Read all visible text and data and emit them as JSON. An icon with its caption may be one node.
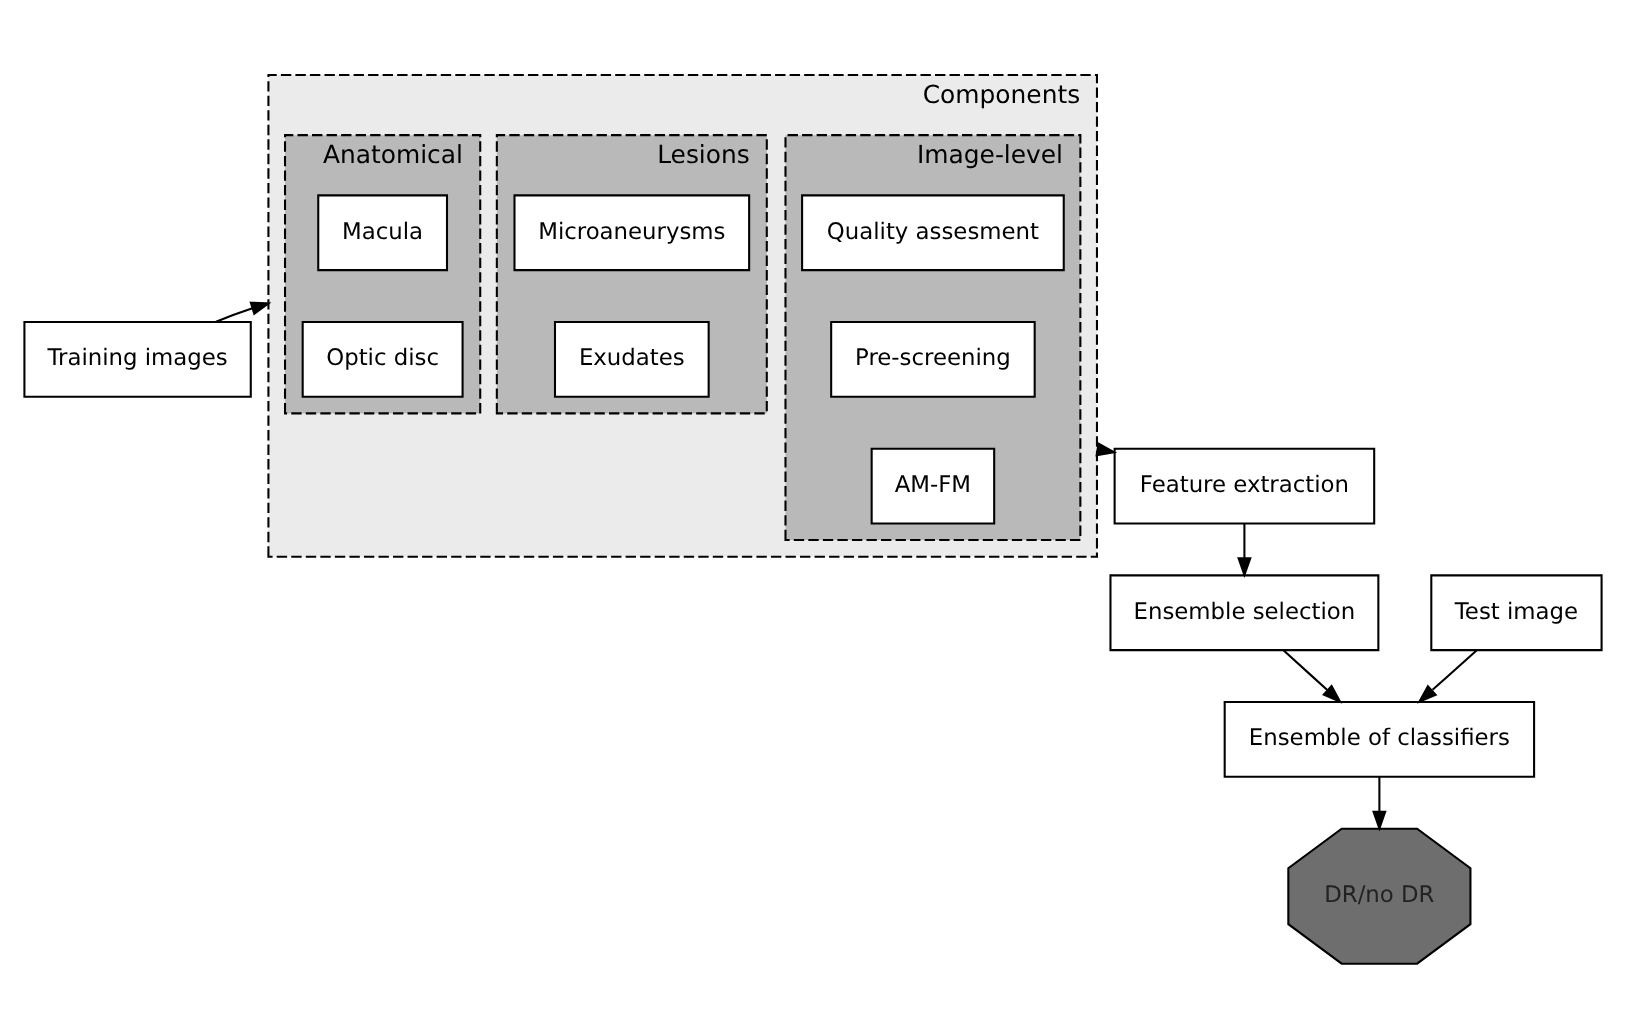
{
  "diagram": {
    "nodes": [
      {
        "text": [
          "Training images"
        ]
      },
      {
        "text": [
          "Components"
        ]
      },
      {
        "text": [
          "Image-level"
        ],
        "in": 1
      },
      {
        "text": [
          "Quality assesment"
        ],
        "in": 2
      },
      {
        "text": [
          "Pre-screening"
        ],
        "in": 2
      },
      {
        "text": [
          "AM-FM"
        ],
        "in": 2
      },
      {
        "text": [
          "Lesions"
        ],
        "in": 1
      },
      {
        "text": [
          "Microaneurysms"
        ],
        "in": 6
      },
      {
        "text": [
          "Exudates"
        ],
        "in": 6
      },
      {
        "text": [
          "Anatomical"
        ],
        "in": 1
      },
      {
        "text": [
          "Macula"
        ],
        "in": 9
      },
      {
        "text": [
          "Optic disc"
        ],
        "in": 9
      },
      {
        "text": [
          "Feature extraction"
        ]
      },
      {
        "text": [
          "Ensemble selection"
        ]
      },
      {
        "text": [
          "Test image"
        ]
      },
      {
        "text": [
          "Ensemble of classifiers"
        ]
      },
      {
        "text": [
          "DR/no DR"
        ]
      }
    ],
    "edges": [
      {
        "from": 0,
        "to": 1,
        "arrow": "to"
      },
      {
        "from": 1,
        "to": 12,
        "arrow": "to"
      },
      {
        "from": 12,
        "to": 13,
        "arrow": "to"
      },
      {
        "from": 13,
        "to": 15,
        "arrow": "to"
      },
      {
        "from": 14,
        "to": 15,
        "arrow": "to"
      },
      {
        "from": 15,
        "to": 16,
        "arrow": "to"
      }
    ]
  }
}
